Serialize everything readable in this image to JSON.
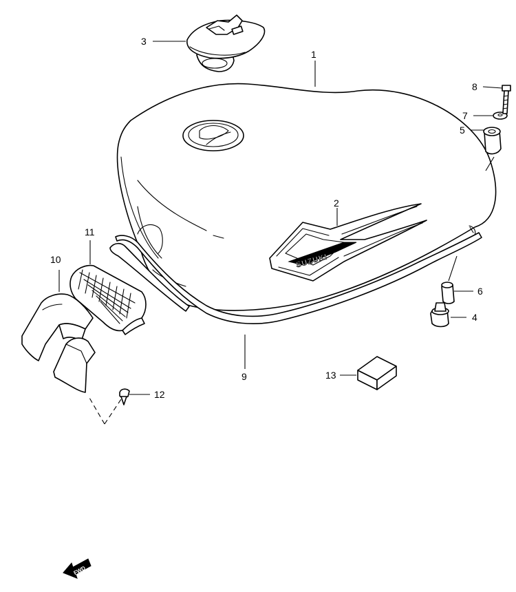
{
  "brand_text": "SUZUKI",
  "fwd_label": "FWD",
  "callouts": [
    {
      "id": "1",
      "label": "1"
    },
    {
      "id": "2",
      "label": "2"
    },
    {
      "id": "3",
      "label": "3"
    },
    {
      "id": "4",
      "label": "4"
    },
    {
      "id": "5",
      "label": "5"
    },
    {
      "id": "6",
      "label": "6"
    },
    {
      "id": "7",
      "label": "7"
    },
    {
      "id": "8",
      "label": "8"
    },
    {
      "id": "9",
      "label": "9"
    },
    {
      "id": "10",
      "label": "10"
    },
    {
      "id": "11",
      "label": "11"
    },
    {
      "id": "12",
      "label": "12"
    },
    {
      "id": "13",
      "label": "13"
    }
  ]
}
